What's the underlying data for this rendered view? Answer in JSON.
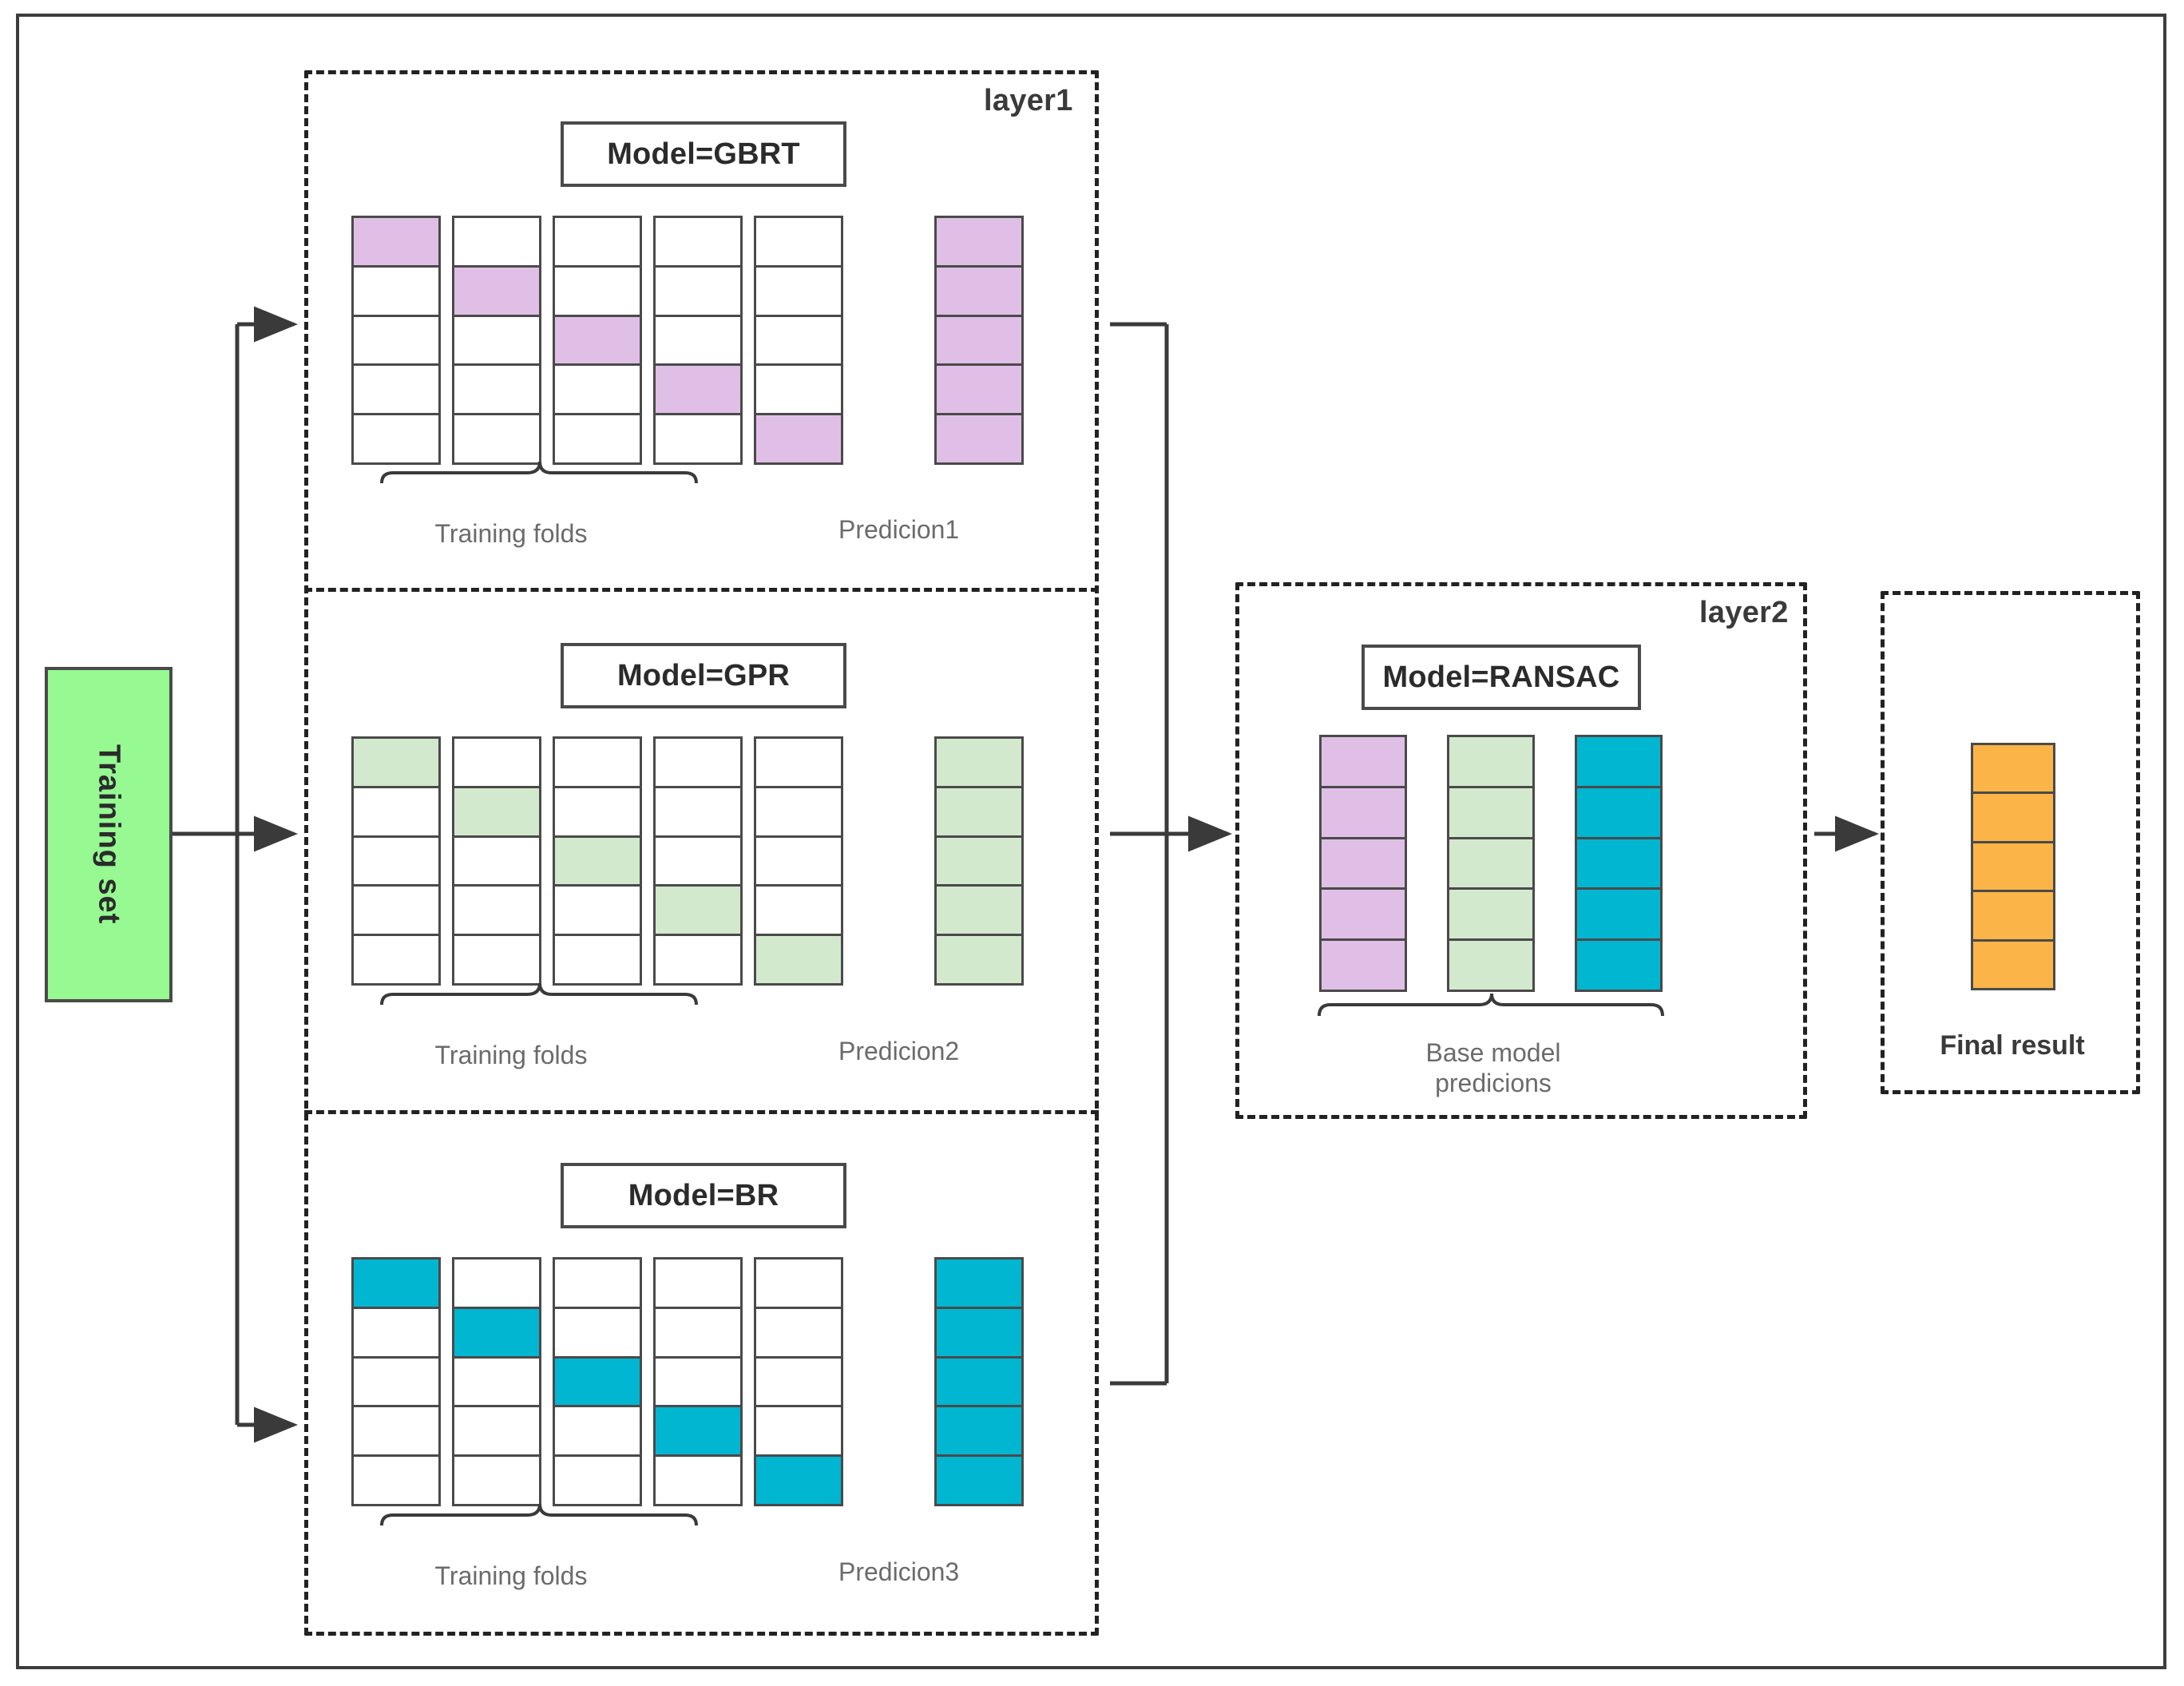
{
  "colors": {
    "purple": "#e0bfe6",
    "green": "#d3e9cd",
    "cyan": "#00b6d0",
    "orange": "#fbb447",
    "training_set_green": "#96f992",
    "stroke": "#4a4a4a",
    "dashed": "#222222",
    "caption_text": "#6b6b6b"
  },
  "training_set": {
    "label": "Training set"
  },
  "layer1": {
    "label": "layer1",
    "blocks": [
      {
        "model_label": "Model=GBRT",
        "color_key": "purple",
        "folds_caption": "Training folds",
        "prediction_caption": "Predicion1",
        "fold_count": 5,
        "rows": 5,
        "highlight_diagonal": [
          0,
          1,
          2,
          3,
          4
        ],
        "prediction_cells": 5
      },
      {
        "model_label": "Model=GPR",
        "color_key": "green",
        "folds_caption": "Training folds",
        "prediction_caption": "Predicion2",
        "fold_count": 5,
        "rows": 5,
        "highlight_diagonal": [
          0,
          1,
          2,
          3,
          4
        ],
        "prediction_cells": 5
      },
      {
        "model_label": "Model=BR",
        "color_key": "cyan",
        "folds_caption": "Training folds",
        "prediction_caption": "Predicion3",
        "fold_count": 5,
        "rows": 5,
        "highlight_diagonal": [
          0,
          1,
          2,
          3,
          4
        ],
        "prediction_cells": 5
      }
    ]
  },
  "layer2": {
    "label": "layer2",
    "model_label": "Model=RANSAC",
    "caption_line1": "Base model",
    "caption_line2": "predicions",
    "columns": [
      {
        "color_key": "purple",
        "cells": 5
      },
      {
        "color_key": "green",
        "cells": 5
      },
      {
        "color_key": "cyan",
        "cells": 5
      }
    ]
  },
  "final": {
    "label": "Final result",
    "color_key": "orange",
    "cells": 5
  }
}
